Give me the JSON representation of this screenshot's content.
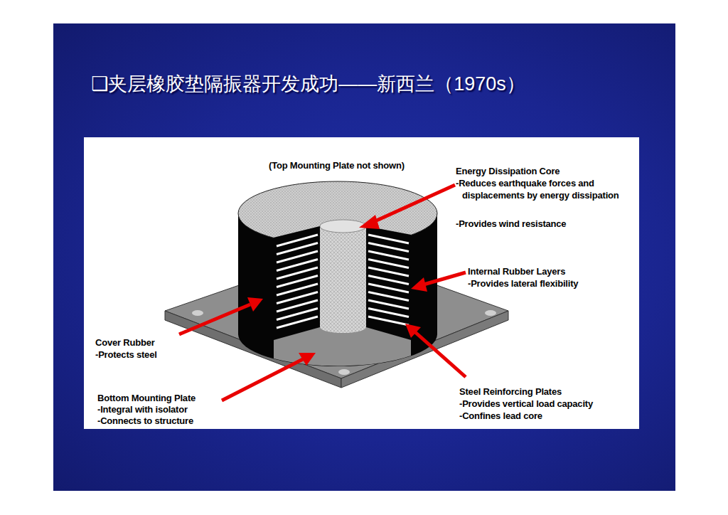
{
  "diagram": {
    "title": "❑夹层橡胶垫隔振器开发成功——新西兰（1970s）",
    "labels": [
      "(Top Mounting Plate not shown)",
      "Energy Dissipation Core",
      "-Reduces earthquake forces and displacements by energy dissipation",
      "-Provides wind resistance",
      "Internal Rubber Layers",
      "-Provides lateral flexibility",
      "Cover Rubber",
      "-Protects steel",
      "Bottom Mounting Plate",
      "-Integral with isolator",
      "-Connects to structure",
      "Steel Reinforcing Plates",
      "-Provides vertical load capacity",
      "-Confines lead core"
    ]
  }
}
